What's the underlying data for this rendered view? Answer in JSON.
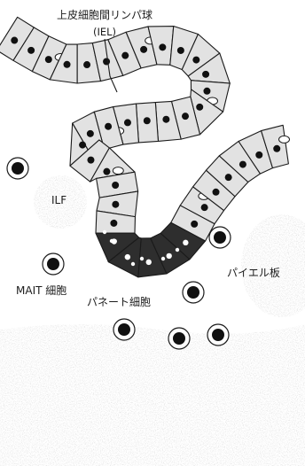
{
  "labels": {
    "iel_line1": "上皮細胞間リンパ球",
    "iel_line2": "(IEL)",
    "ilf": "ILF",
    "mait": "MAIT 細胞",
    "paneth": "パネート細胞",
    "peyer": "パイエル板"
  },
  "colors": {
    "epithelial_fill": "#e2e2e2",
    "paneth_fill": "#2e2e2e",
    "ink": "#1a1a1a",
    "nucleus": "#111111",
    "texture": "#c8c8c8"
  },
  "icons": {
    "epithelial_cell": "epithelial-cell-icon",
    "paneth_cell": "paneth-cell-icon",
    "lymphocyte": "lymphocyte-icon",
    "ilf": "ilf-follicle-icon",
    "peyer": "peyers-patch-icon"
  }
}
